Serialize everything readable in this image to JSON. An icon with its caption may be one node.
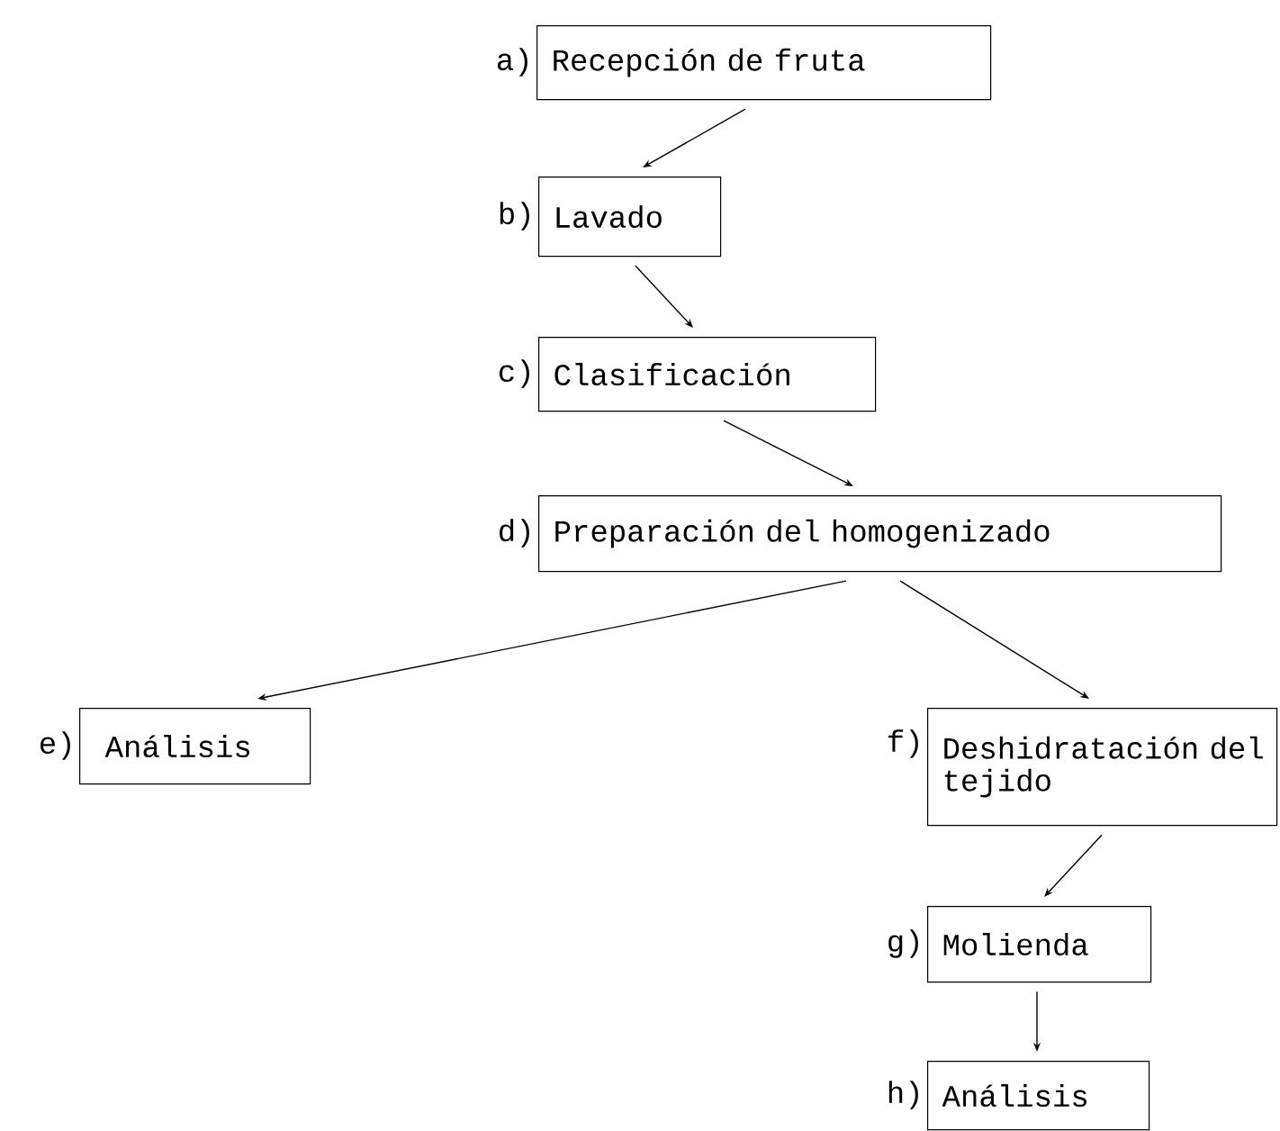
{
  "diagram": {
    "nodes": [
      {
        "text": [
          "Recepción de fruta"
        ],
        "beside": [
          "a)"
        ]
      },
      {
        "text": [
          "Lavado"
        ],
        "beside": [
          "b)"
        ]
      },
      {
        "text": [
          "Clasificación"
        ],
        "beside": [
          "c)"
        ]
      },
      {
        "text": [
          "Preparación del homogenizado"
        ],
        "beside": [
          "d)"
        ]
      },
      {
        "text": [
          "Análisis"
        ],
        "beside": [
          "e)"
        ]
      },
      {
        "text": [
          "Deshidratación del tejido"
        ],
        "beside": [
          "f)"
        ]
      },
      {
        "text": [
          "Molienda"
        ],
        "beside": [
          "g)"
        ]
      },
      {
        "text": [
          "Análisis"
        ],
        "beside": [
          "h)"
        ]
      }
    ],
    "edges": [
      {
        "from": 0,
        "to": 1,
        "arrow": "to"
      },
      {
        "from": 1,
        "to": 2,
        "arrow": "to"
      },
      {
        "from": 2,
        "to": 3,
        "arrow": "to"
      },
      {
        "from": 3,
        "to": 4,
        "arrow": "to"
      },
      {
        "from": 3,
        "to": 5,
        "arrow": "to"
      },
      {
        "from": 5,
        "to": 6,
        "arrow": "to"
      },
      {
        "from": 6,
        "to": 7,
        "arrow": "to"
      }
    ]
  }
}
